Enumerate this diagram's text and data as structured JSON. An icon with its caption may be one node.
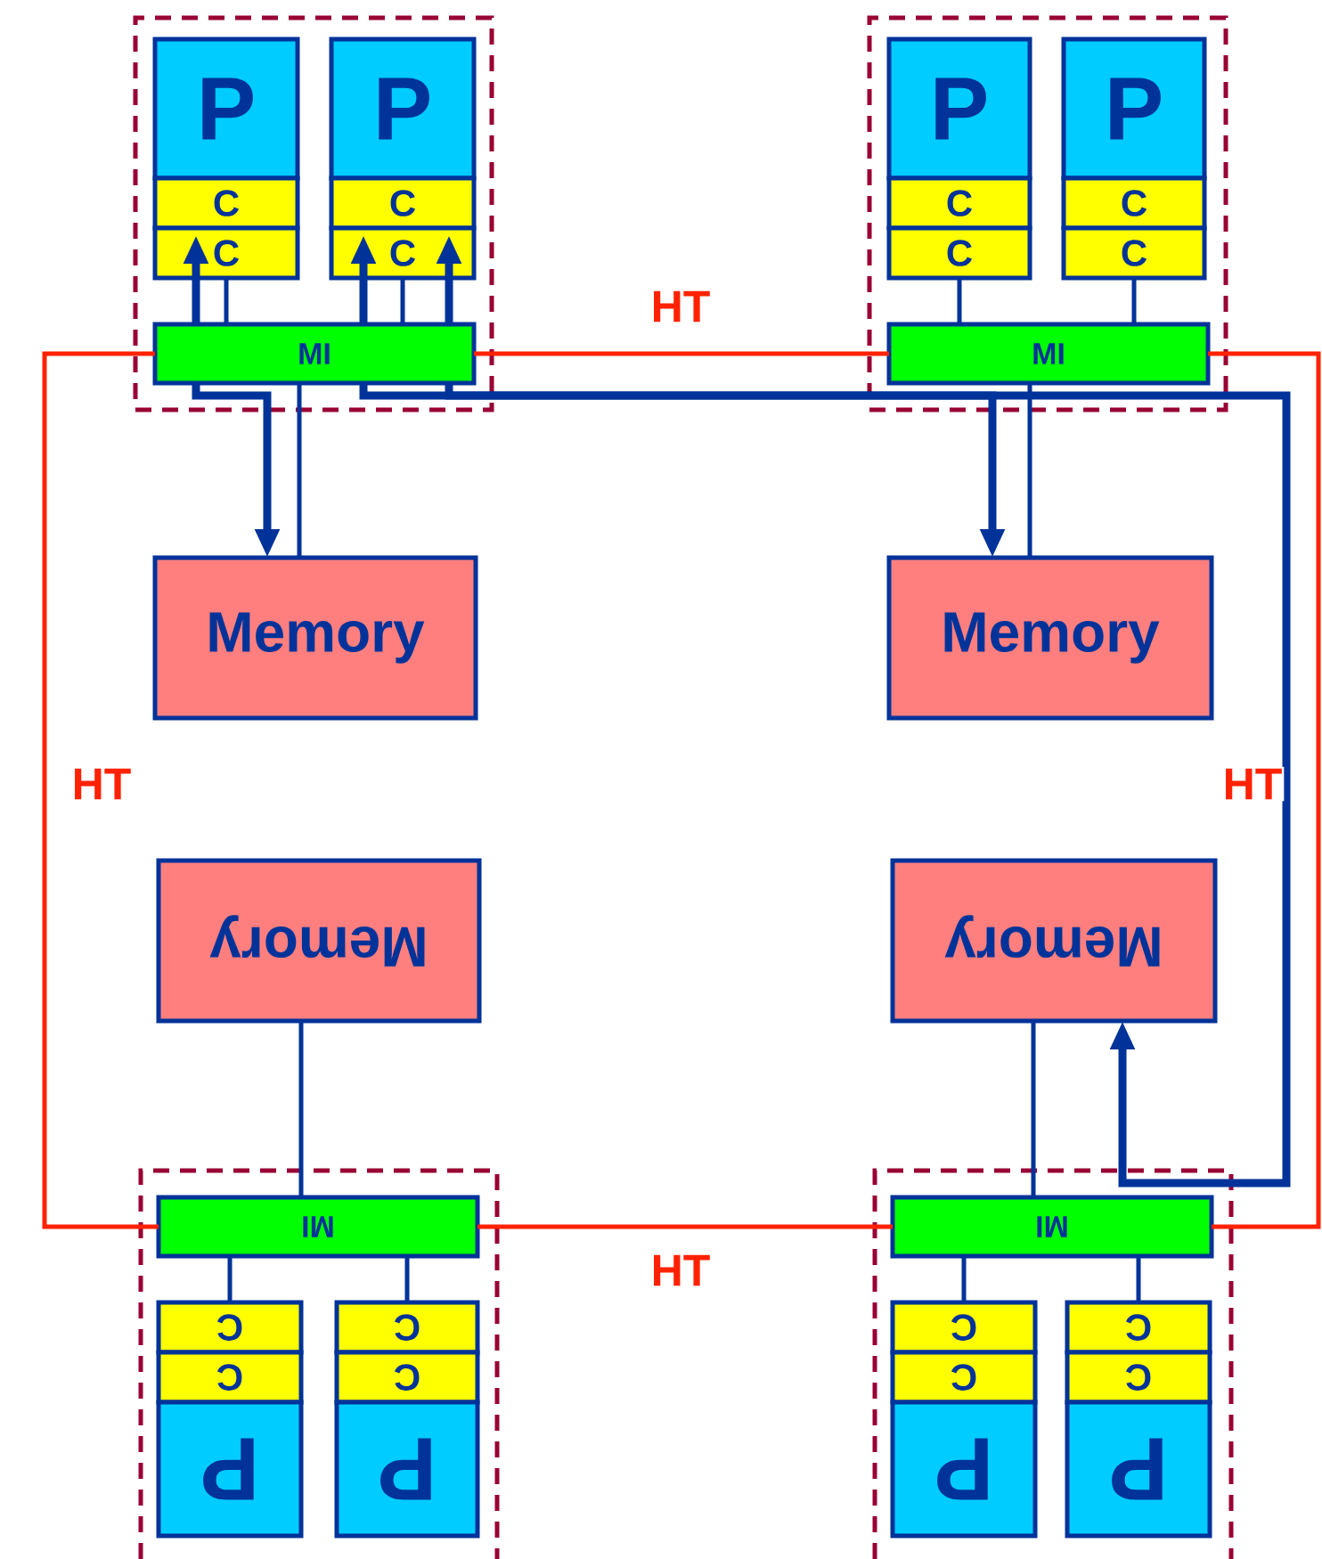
{
  "diagram": {
    "nodes": [
      {
        "text": [],
        "shape": "box"
      },
      {
        "text": [
          "P"
        ],
        "in": 0
      },
      {
        "text": [
          "C"
        ],
        "in": 0
      },
      {
        "text": [
          "C"
        ],
        "in": 0
      },
      {
        "text": [
          "P"
        ],
        "in": 0
      },
      {
        "text": [
          "C"
        ],
        "in": 0
      },
      {
        "text": [
          "C"
        ],
        "in": 0
      },
      {
        "text": [
          "MI"
        ],
        "in": 0
      },
      {
        "text": [],
        "shape": "box"
      },
      {
        "text": [
          "P"
        ],
        "in": 8
      },
      {
        "text": [
          "C"
        ],
        "in": 8
      },
      {
        "text": [
          "C"
        ],
        "in": 8
      },
      {
        "text": [
          "P"
        ],
        "in": 8
      },
      {
        "text": [
          "C"
        ],
        "in": 8
      },
      {
        "text": [
          "C"
        ],
        "in": 8
      },
      {
        "text": [
          "MI"
        ],
        "in": 8
      },
      {
        "text": [
          "Memory"
        ]
      },
      {
        "text": [
          "Memory"
        ]
      },
      {
        "text": [
          "Memory"
        ]
      },
      {
        "text": [
          "Memory"
        ]
      },
      {
        "text": [],
        "shape": "box"
      },
      {
        "text": [
          "MI"
        ],
        "in": 20
      },
      {
        "text": [
          "C"
        ],
        "in": 20
      },
      {
        "text": [
          "C"
        ],
        "in": 20
      },
      {
        "text": [
          "P"
        ],
        "in": 20
      },
      {
        "text": [
          "C"
        ],
        "in": 20
      },
      {
        "text": [
          "C"
        ],
        "in": 20
      },
      {
        "text": [
          "P"
        ],
        "in": 20
      },
      {
        "text": [],
        "shape": "box"
      },
      {
        "text": [
          "MI"
        ],
        "in": 28
      },
      {
        "text": [
          "C"
        ],
        "in": 28
      },
      {
        "text": [
          "C"
        ],
        "in": 28
      },
      {
        "text": [
          "P"
        ],
        "in": 28
      },
      {
        "text": [
          "C"
        ],
        "in": 28
      },
      {
        "text": [
          "C"
        ],
        "in": 28
      },
      {
        "text": [
          "P"
        ],
        "in": 28
      }
    ],
    "edges": [
      {
        "from": 3,
        "to": 7,
        "arrow": "none"
      },
      {
        "from": 6,
        "to": 7,
        "arrow": "none"
      },
      {
        "from": 7,
        "to": 16,
        "arrow": "none"
      },
      {
        "from": 11,
        "to": 15,
        "arrow": "none"
      },
      {
        "from": 14,
        "to": 15,
        "arrow": "none"
      },
      {
        "from": 15,
        "to": 17,
        "arrow": "none"
      },
      {
        "from": 21,
        "to": 18,
        "arrow": "none"
      },
      {
        "from": 21,
        "to": 22,
        "arrow": "none"
      },
      {
        "from": 21,
        "to": 25,
        "arrow": "none"
      },
      {
        "from": 29,
        "to": 19,
        "arrow": "none"
      },
      {
        "from": 29,
        "to": 30,
        "arrow": "none"
      },
      {
        "from": 29,
        "to": 33,
        "arrow": "none"
      },
      {
        "from": 7,
        "to": 15,
        "arrow": "none",
        "label": "HT",
        "color": "#ff2200"
      },
      {
        "from": 15,
        "to": 29,
        "arrow": "none",
        "label": "HT",
        "color": "#ff2200"
      },
      {
        "from": 29,
        "to": 21,
        "arrow": "none",
        "label": "HT",
        "color": "#ff2200"
      },
      {
        "from": 21,
        "to": 7,
        "arrow": "none",
        "label": "HT",
        "color": "#ff2200"
      },
      {
        "from": 7,
        "to": 3,
        "arrow": "to",
        "style": "thick"
      },
      {
        "from": 7,
        "to": 6,
        "arrow": "to",
        "style": "thick"
      },
      {
        "from": 7,
        "to": 6,
        "arrow": "to",
        "style": "thick"
      },
      {
        "from": 7,
        "to": 16,
        "arrow": "to",
        "style": "thick"
      },
      {
        "from": 7,
        "to": 19,
        "arrow": "to",
        "style": "thick"
      },
      {
        "from": 7,
        "to": 17,
        "arrow": "to",
        "style": "thick"
      }
    ]
  }
}
